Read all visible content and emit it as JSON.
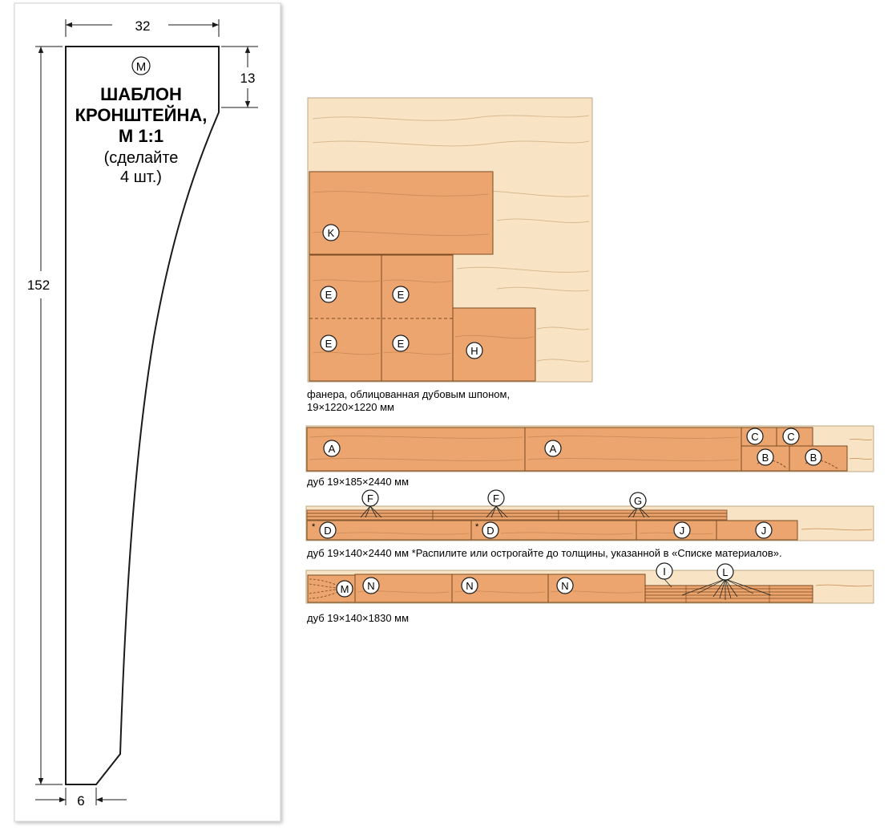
{
  "template": {
    "marker": "M",
    "title_line1": "ШАБЛОН",
    "title_line2": "КРОНШТЕЙНА,",
    "title_line3": "М 1:1",
    "note_line1": "(сделайте",
    "note_line2": "4 шт.)",
    "dim_top": "32",
    "dim_right": "13",
    "dim_left": "152",
    "dim_bottom": "6"
  },
  "plywood": {
    "caption_line1": "фанера, облицованная дубовым шпоном,",
    "caption_line2": "19×1220×1220 мм",
    "parts": [
      "K",
      "E",
      "E",
      "E",
      "E",
      "H"
    ]
  },
  "board1": {
    "caption": "дуб 19×185×2440 мм",
    "parts": [
      "A",
      "A",
      "C",
      "C",
      "B",
      "B"
    ]
  },
  "board2": {
    "caption": "дуб 19×140×2440 мм *Распилите или острогайте до толщины, указанной в «Списке материалов».",
    "parts": [
      "F",
      "F",
      "G",
      "D",
      "D",
      "J",
      "J"
    ],
    "asterisk": "*"
  },
  "board3": {
    "caption": "дуб 19×140×1830 мм",
    "parts": [
      "M",
      "N",
      "N",
      "N",
      "I",
      "L"
    ]
  },
  "colors": {
    "wood_light": "#f8e4c4",
    "wood_part": "#eca56e",
    "outline": "#1a1a1a",
    "grain": "#c98a55"
  }
}
